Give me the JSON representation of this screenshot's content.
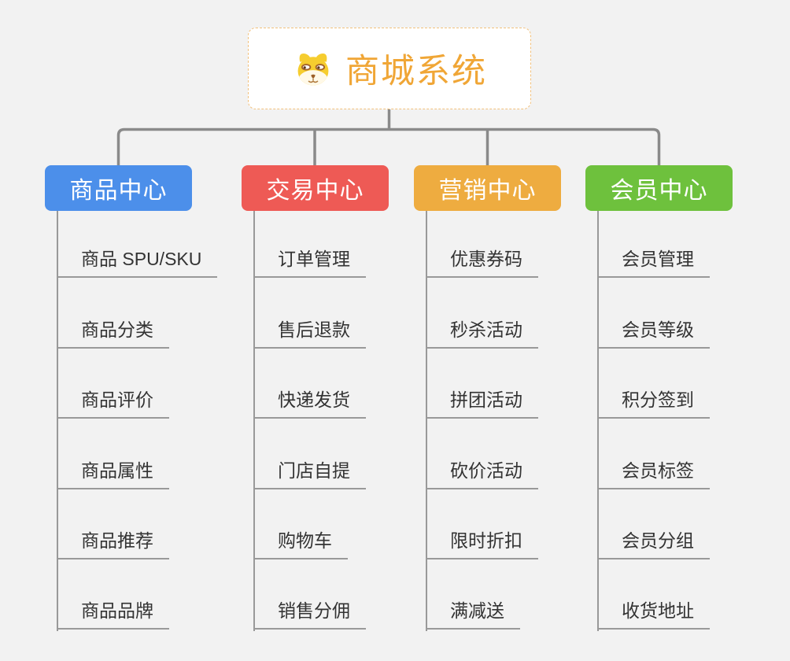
{
  "root": {
    "title": "商城系统",
    "icon": "dog-face-icon"
  },
  "branches": [
    {
      "label": "商品中心",
      "color": "#4C8FEA",
      "items": [
        "商品 SPU/SKU",
        "商品分类",
        "商品评价",
        "商品属性",
        "商品推荐",
        "商品品牌"
      ]
    },
    {
      "label": "交易中心",
      "color": "#EE5A55",
      "items": [
        "订单管理",
        "售后退款",
        "快递发货",
        "门店自提",
        "购物车",
        "销售分佣"
      ]
    },
    {
      "label": "营销中心",
      "color": "#EEAC40",
      "items": [
        "优惠券码",
        "秒杀活动",
        "拼团活动",
        "砍价活动",
        "限时折扣",
        "满减送"
      ]
    },
    {
      "label": "会员中心",
      "color": "#6EC13D",
      "items": [
        "会员管理",
        "会员等级",
        "积分签到",
        "会员标签",
        "会员分组",
        "收货地址"
      ]
    }
  ],
  "colors": {
    "background": "#F2F2F2",
    "root_border": "#F2C17D",
    "root_text": "#F0A636",
    "connector": "#8A8A8A",
    "leaf_line": "#999999",
    "leaf_text": "#333333"
  }
}
